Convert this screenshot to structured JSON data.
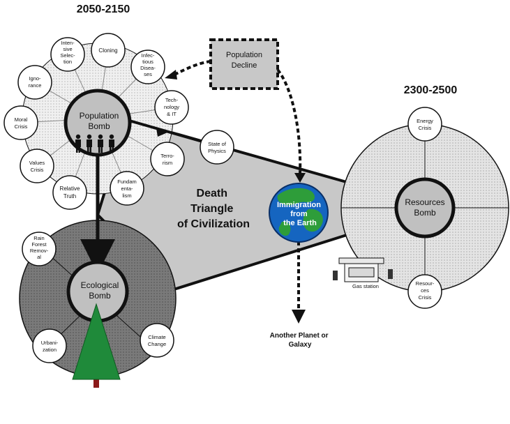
{
  "periods": {
    "left": "2050-2150",
    "right": "2300-2500"
  },
  "hubs": {
    "population": [
      "Population",
      "Bomb"
    ],
    "ecological": [
      "Ecological",
      "Bomb"
    ],
    "resources": [
      "Resources",
      "Bomb"
    ]
  },
  "population_nodes": [
    [
      "Inten-",
      "sive",
      "Selec-",
      "tion"
    ],
    [
      "Cloning"
    ],
    [
      "Infec-",
      "tious",
      "Disea-",
      "ses"
    ],
    [
      "Tech-",
      "nology",
      "& IT"
    ],
    [
      "Terro-",
      "rism"
    ],
    [
      "Fundam",
      "enta-",
      "lism"
    ],
    [
      "Relative",
      "Truth"
    ],
    [
      "Values",
      "Crisis"
    ],
    [
      "Moral",
      "Crisis"
    ],
    [
      "Igno-",
      "rance"
    ]
  ],
  "state_of_physics": [
    "State of",
    "Physics"
  ],
  "ecological_nodes": [
    [
      "Rain",
      "Forest",
      "Remov-",
      "al"
    ],
    [
      "Urbani-",
      "zation"
    ],
    [
      "Climate",
      "Change"
    ]
  ],
  "resources_nodes": [
    [
      "Energy",
      "Crisis"
    ],
    [
      "Resour-",
      "ces",
      "Crisis"
    ]
  ],
  "population_decline": [
    "Population",
    "Decline"
  ],
  "death_triangle": [
    "Death",
    "Triangle",
    "of Civilization"
  ],
  "earth_label": [
    "Immigration",
    "from",
    "the Earth"
  ],
  "destination": [
    "Another Planet or",
    "Galaxy"
  ],
  "gas_station": "Gas station",
  "colors": {
    "triangle": "#c8c8c8",
    "hub_fill": "#c0c0c0",
    "eco_ring": "#8a8a8a",
    "tree": "#1f8a3a",
    "trunk": "#8b1a1a",
    "ocean": "#1565c0",
    "land": "#2e9d3a"
  }
}
